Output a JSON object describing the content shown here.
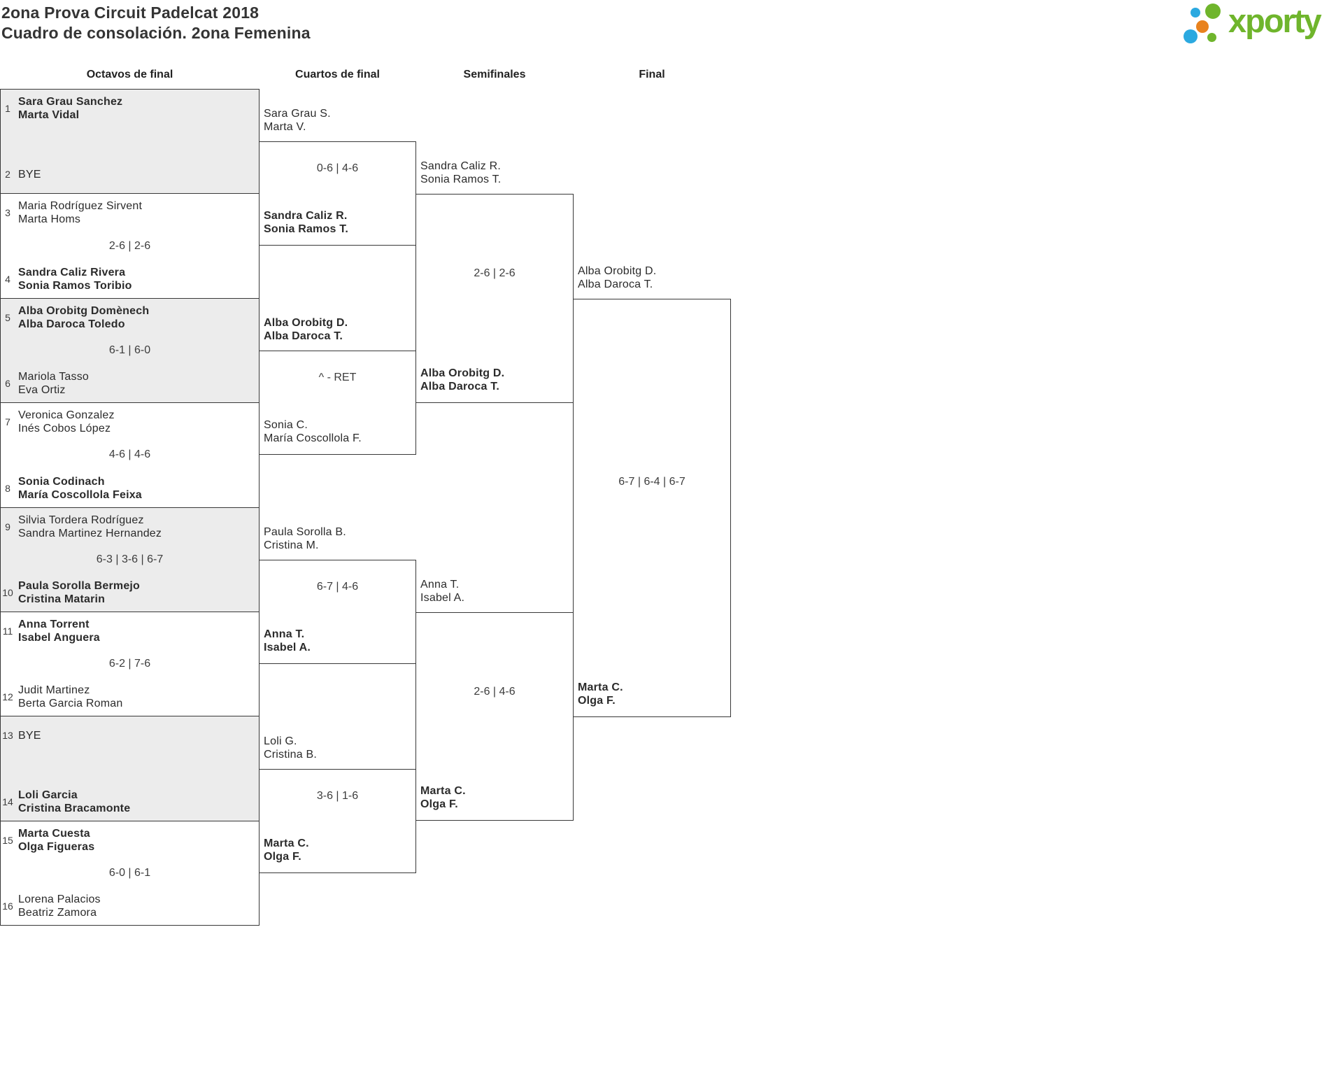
{
  "page": {
    "title_line1": "2ona Prova Circuit Padelcat 2018",
    "title_line2": "Cuadro de consolación. 2ona Femenina"
  },
  "logo": {
    "text": "xporty",
    "colors": {
      "green": "#6FB52C",
      "blue": "#2BA9E0",
      "orange": "#E8821E"
    }
  },
  "headers": {
    "r16": "Octavos de final",
    "qf": "Cuartos de final",
    "sf": "Semifinales",
    "final": "Final"
  },
  "bracket": {
    "r16": [
      {
        "top": {
          "seed": "1",
          "line1": "Sara Grau Sanchez",
          "line2": "Marta Vidal",
          "winner": true
        },
        "score": "",
        "bottom": {
          "seed": "2",
          "line1": "BYE",
          "line2": "",
          "winner": false
        }
      },
      {
        "top": {
          "seed": "3",
          "line1": "Maria Rodríguez Sirvent",
          "line2": "Marta Homs",
          "winner": false
        },
        "score": "2-6 | 2-6",
        "bottom": {
          "seed": "4",
          "line1": "Sandra Caliz Rivera",
          "line2": "Sonia Ramos Toribio",
          "winner": true
        }
      },
      {
        "top": {
          "seed": "5",
          "line1": "Alba Orobitg Domènech",
          "line2": "Alba Daroca Toledo",
          "winner": true
        },
        "score": "6-1 | 6-0",
        "bottom": {
          "seed": "6",
          "line1": "Mariola Tasso",
          "line2": "Eva Ortiz",
          "winner": false
        }
      },
      {
        "top": {
          "seed": "7",
          "line1": "Veronica Gonzalez",
          "line2": "Inés Cobos López",
          "winner": false
        },
        "score": "4-6 | 4-6",
        "bottom": {
          "seed": "8",
          "line1": "Sonia Codinach",
          "line2": "María Coscollola Feixa",
          "winner": true
        }
      },
      {
        "top": {
          "seed": "9",
          "line1": "Silvia Tordera Rodríguez",
          "line2": "Sandra Martinez Hernandez",
          "winner": false
        },
        "score": "6-3 | 3-6 | 6-7",
        "bottom": {
          "seed": "10",
          "line1": "Paula Sorolla Bermejo",
          "line2": "Cristina Matarin",
          "winner": true
        }
      },
      {
        "top": {
          "seed": "11",
          "line1": "Anna Torrent",
          "line2": "Isabel Anguera",
          "winner": true
        },
        "score": "6-2 | 7-6",
        "bottom": {
          "seed": "12",
          "line1": "Judit Martinez",
          "line2": "Berta Garcia Roman",
          "winner": false
        }
      },
      {
        "top": {
          "seed": "13",
          "line1": "BYE",
          "line2": "",
          "winner": false
        },
        "score": "",
        "bottom": {
          "seed": "14",
          "line1": "Loli Garcia",
          "line2": "Cristina Bracamonte",
          "winner": true
        }
      },
      {
        "top": {
          "seed": "15",
          "line1": "Marta Cuesta",
          "line2": "Olga Figueras",
          "winner": true
        },
        "score": "6-0 | 6-1",
        "bottom": {
          "seed": "16",
          "line1": "Lorena Palacios",
          "line2": "Beatriz Zamora",
          "winner": false
        }
      }
    ],
    "qf": [
      {
        "p1": {
          "line1": "Sara Grau S.",
          "line2": "Marta V.",
          "winner": false
        },
        "score": "0-6 | 4-6",
        "p2": {
          "line1": "Sandra Caliz R.",
          "line2": "Sonia Ramos T.",
          "winner": true
        }
      },
      {
        "p1": {
          "line1": "Alba Orobitg D.",
          "line2": "Alba Daroca T.",
          "winner": true
        },
        "score": "^ - RET",
        "p2": {
          "line1": "Sonia C.",
          "line2": "María Coscollola F.",
          "winner": false
        }
      },
      {
        "p1": {
          "line1": "Paula Sorolla B.",
          "line2": "Cristina M.",
          "winner": false
        },
        "score": "6-7 | 4-6",
        "p2": {
          "line1": "Anna T.",
          "line2": "Isabel A.",
          "winner": true
        }
      },
      {
        "p1": {
          "line1": "Loli G.",
          "line2": "Cristina B.",
          "winner": false
        },
        "score": "3-6 | 1-6",
        "p2": {
          "line1": "Marta C.",
          "line2": "Olga F.",
          "winner": true
        }
      }
    ],
    "sf": [
      {
        "p1": {
          "line1": "Sandra Caliz R.",
          "line2": "Sonia Ramos T.",
          "winner": false
        },
        "score": "2-6 | 2-6",
        "p2": {
          "line1": "Alba Orobitg D.",
          "line2": "Alba Daroca T.",
          "winner": true
        }
      },
      {
        "p1": {
          "line1": "Anna T.",
          "line2": "Isabel A.",
          "winner": false
        },
        "score": "2-6 | 4-6",
        "p2": {
          "line1": "Marta C.",
          "line2": "Olga F.",
          "winner": true
        }
      }
    ],
    "final": {
      "p1": {
        "line1": "Alba Orobitg D.",
        "line2": "Alba Daroca T.",
        "winner": false
      },
      "score": "6-7 | 6-4 | 6-7",
      "p2": {
        "line1": "Marta C.",
        "line2": "Olga F.",
        "winner": true
      }
    }
  },
  "colors": {
    "border": "#383838",
    "cell_gray": "#ECECEC",
    "text": "#2B2B2B"
  }
}
